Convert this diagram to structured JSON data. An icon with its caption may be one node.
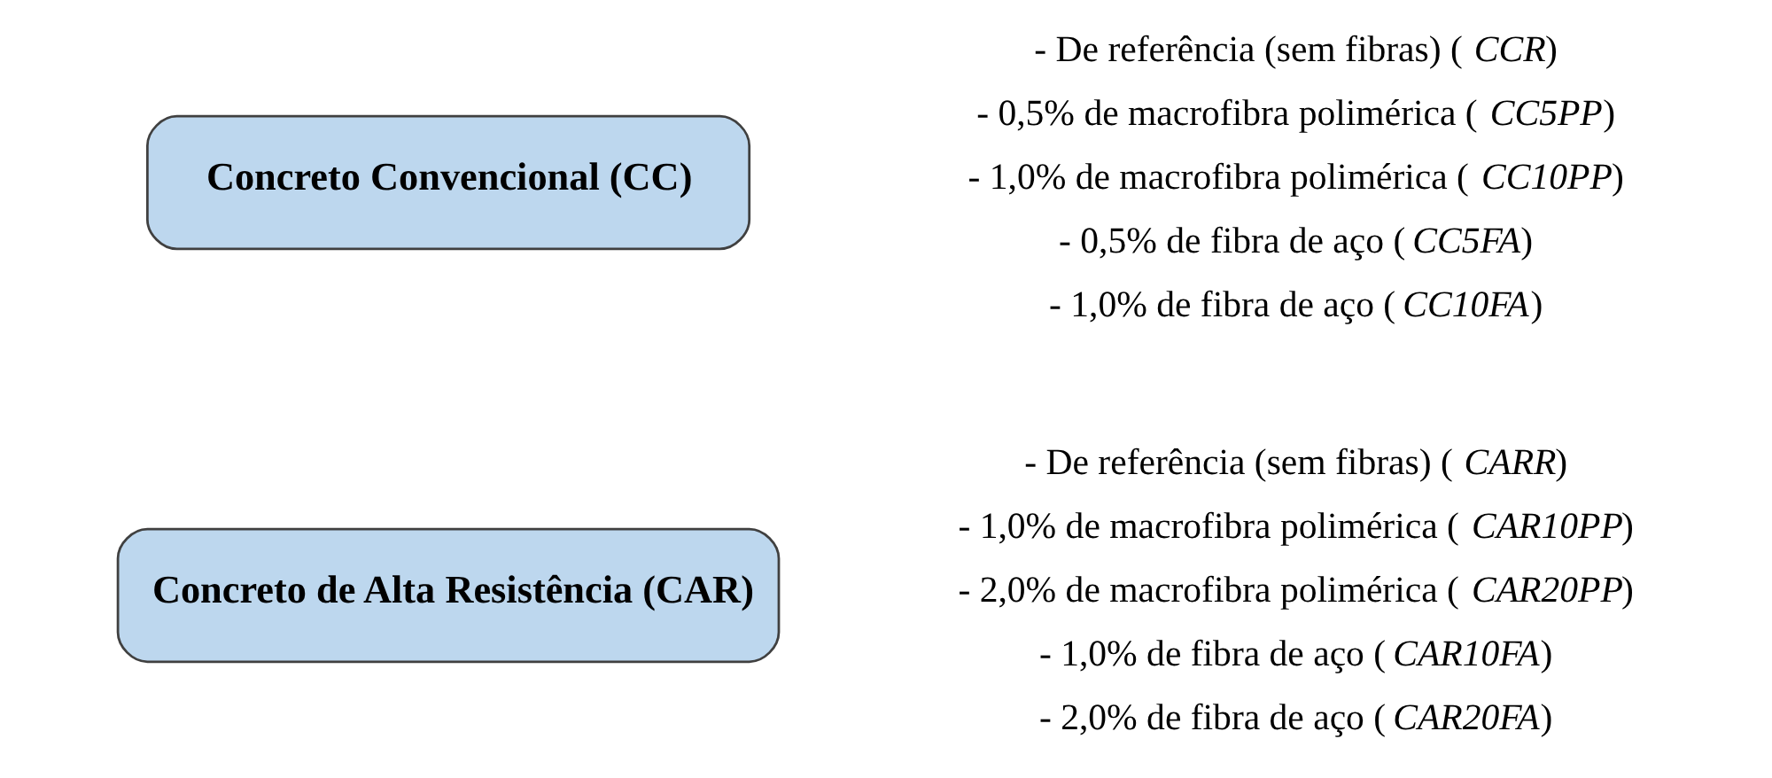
{
  "diagram": {
    "nodes": [
      {
        "text": [
          "Concreto Convencional (CC)"
        ]
      },
      {
        "text": [
          "Concreto de Alta Resistência (CAR)"
        ]
      }
    ],
    "labels": [
      "- De referência (sem fibras) (*CCR*)",
      "- 0,5% de macrofibra polimérica (*CC5PP*)",
      "- 1,0% de macrofibra polimérica (*CC10PP*)",
      "- 0,5% de fibra de aço (*CC5FA*)",
      "- 1,0% de fibra de aço (*CC10FA*)",
      "- De referência (sem fibras) (*CARR*)",
      "- 1,0% de macrofibra polimérica (*CAR10PP*)",
      "- 2,0% de macrofibra polimérica (*CAR20PP*)",
      "- 1,0% de fibra de aço (*CAR10FA*)",
      "- 2,0% de fibra de aço (*CAR20FA*)"
    ]
  }
}
